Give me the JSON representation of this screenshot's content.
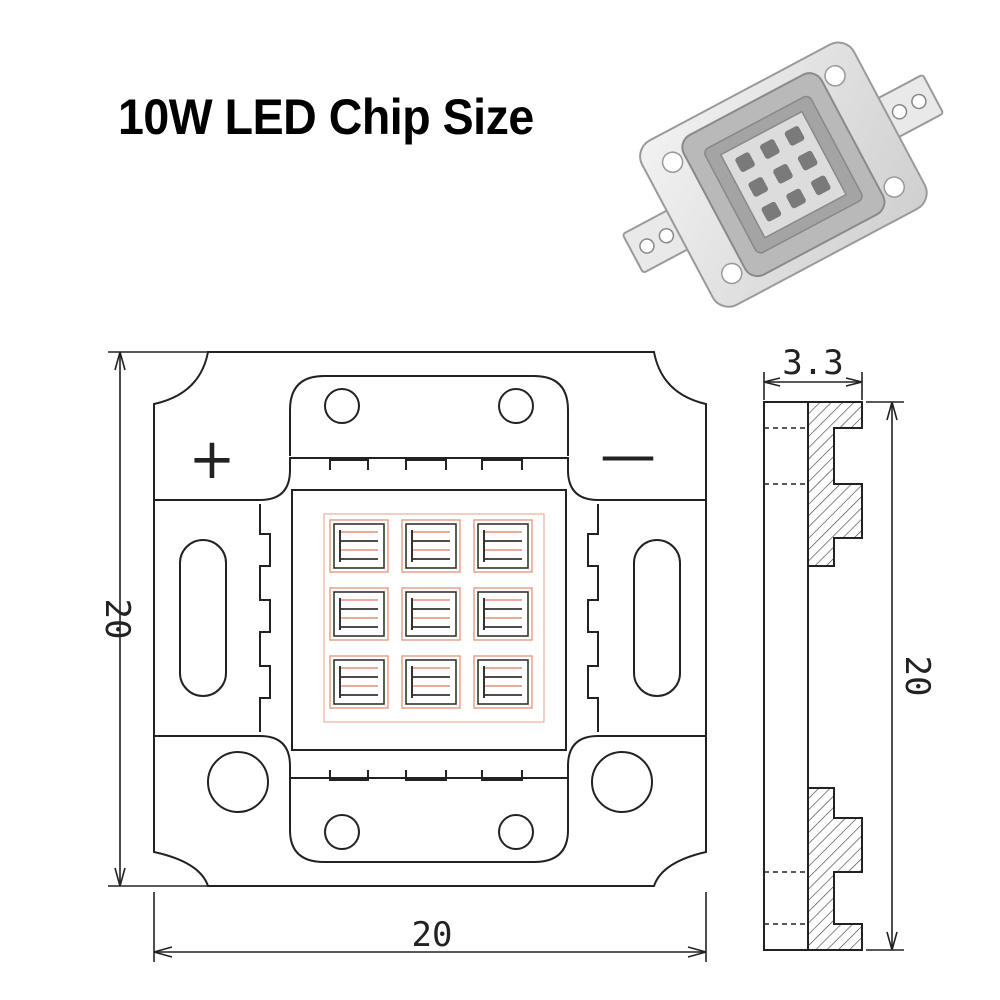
{
  "title": "10W LED Chip Size",
  "drawing": {
    "width_label": "20",
    "height_label": "20",
    "side_height_label": "20",
    "thickness_label": "3.3",
    "plus_label": "+",
    "minus_label": "—"
  },
  "chip": {
    "rows": 3,
    "cols": 3,
    "die_color": "#e8a088"
  },
  "colors": {
    "line": "#222222",
    "hatch": "#333333",
    "photo_body": "#b8b8b8"
  }
}
